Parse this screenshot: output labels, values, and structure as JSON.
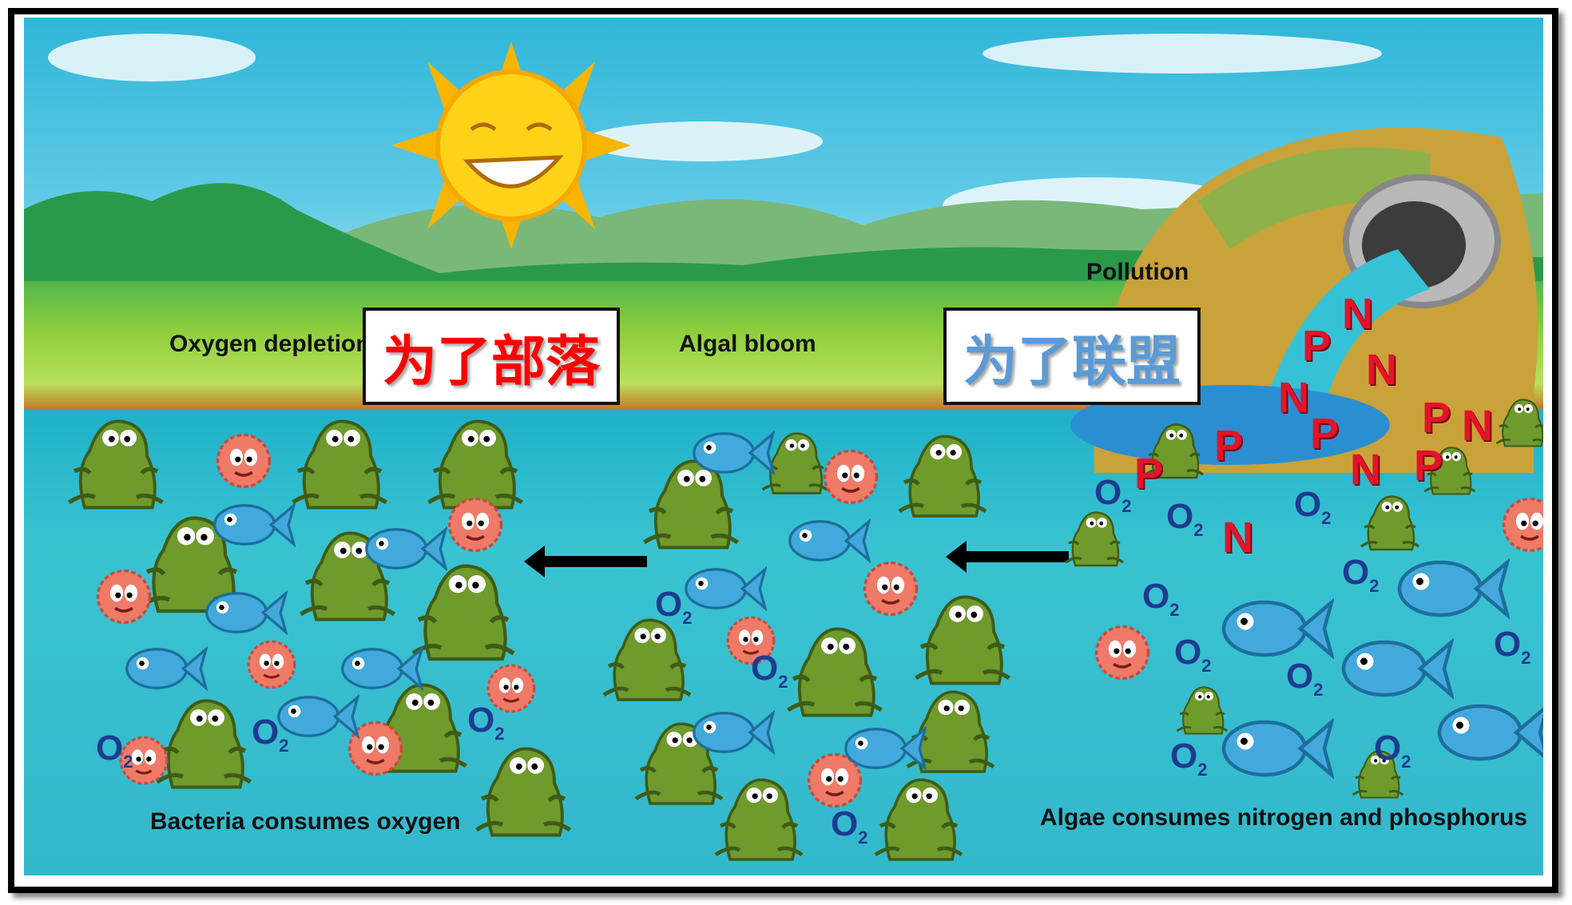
{
  "labels": {
    "oxygen_depletion": "Oxygen depletion",
    "algal_bloom": "Algal bloom",
    "pollution": "Pollution",
    "bacteria": "Bacteria consumes oxygen",
    "algae": "Algae consumes nitrogen and phosphorus"
  },
  "boxes": {
    "horde": "为了部落",
    "alliance": "为了联盟"
  },
  "box_colors": {
    "horde": "#ff0000",
    "alliance": "#5b9bd5"
  },
  "o2": {
    "symbol": "O",
    "sub": "2"
  },
  "nutrients": {
    "n": "N",
    "p": "P"
  }
}
